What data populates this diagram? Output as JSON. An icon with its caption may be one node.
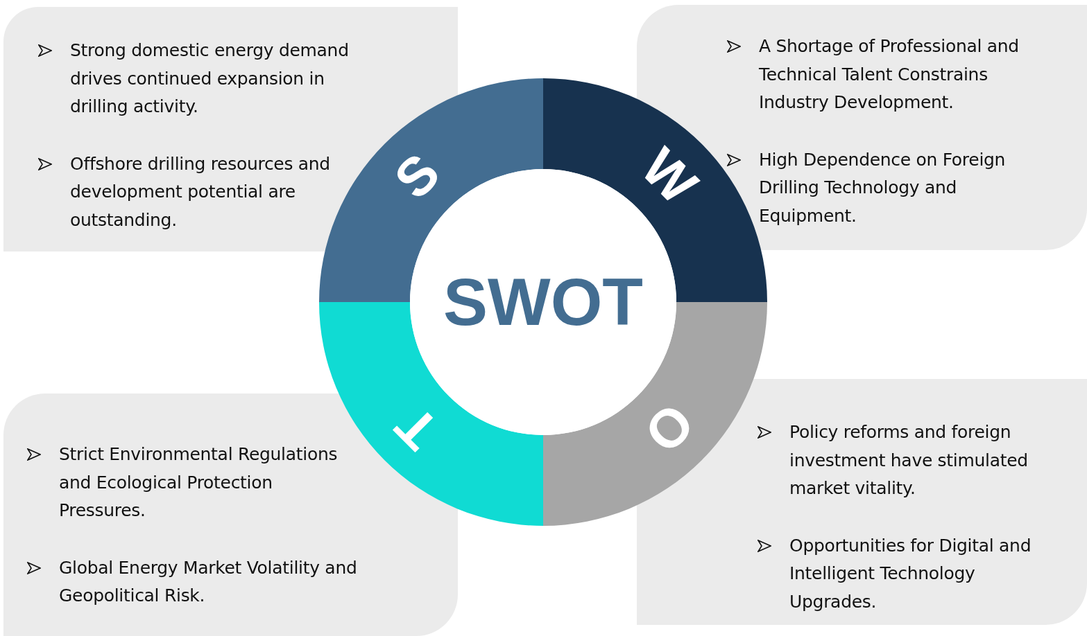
{
  "diagram": {
    "nodes": [
      {
        "text": [
          "Strong domestic energy demand drives continued expansion in drilling activity.",
          "Offshore drilling resources and development potential are outstanding."
        ]
      },
      {
        "text": [
          "A Shortage of Professional and Technical Talent Constrains Industry Development.",
          "High Dependence on Foreign Drilling Technology and Equipment."
        ]
      },
      {
        "text": [
          "S"
        ]
      },
      {
        "text": [
          "W"
        ]
      },
      {
        "text": [
          "SWOT"
        ]
      },
      {
        "text": [
          "T"
        ]
      },
      {
        "text": [
          "O"
        ]
      },
      {
        "text": [
          "Strict Environmental Regulations and Ecological Protection Pressures.",
          "Global Energy Market Volatility and Geopolitical Risk."
        ]
      },
      {
        "text": [
          "Policy reforms and foreign investment have stimulated market vitality.",
          "Opportunities for Digital and Intelligent Technology Upgrades."
        ]
      }
    ],
    "edges": []
  }
}
